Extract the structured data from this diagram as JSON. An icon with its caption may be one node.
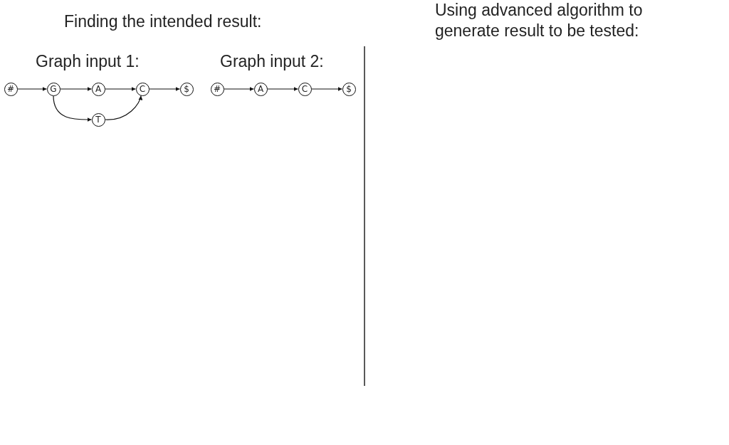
{
  "diagram": {
    "nodes": [
      {
        "text": [
          "#"
        ]
      },
      {
        "text": [
          "G"
        ]
      },
      {
        "text": [
          "A"
        ]
      },
      {
        "text": [
          "C"
        ]
      },
      {
        "text": [
          "$"
        ]
      },
      {
        "text": [
          "T"
        ]
      },
      {
        "text": [
          "#"
        ]
      },
      {
        "text": [
          "A"
        ]
      },
      {
        "text": [
          "C"
        ]
      },
      {
        "text": [
          "$"
        ]
      }
    ],
    "edges": [
      {
        "from": 0,
        "to": 1,
        "arrow": "to"
      },
      {
        "from": 1,
        "to": 2,
        "arrow": "to"
      },
      {
        "from": 2,
        "to": 3,
        "arrow": "to"
      },
      {
        "from": 3,
        "to": 4,
        "arrow": "to"
      },
      {
        "from": 1,
        "to": 5,
        "arrow": "to"
      },
      {
        "from": 5,
        "to": 3,
        "arrow": "to"
      },
      {
        "from": 6,
        "to": 7,
        "arrow": "to"
      },
      {
        "from": 7,
        "to": 8,
        "arrow": "to"
      },
      {
        "from": 8,
        "to": 9,
        "arrow": "to"
      }
    ],
    "labels": [
      "Finding the intended result:",
      "Using advanced algorithm to generate result to be tested:",
      "Graph input 1:",
      "Graph input 2:"
    ]
  }
}
